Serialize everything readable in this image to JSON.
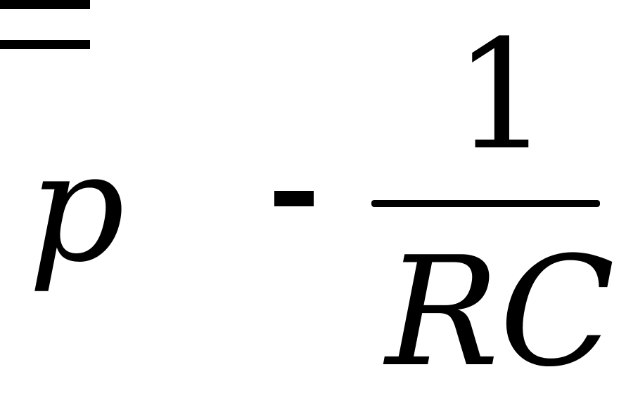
{
  "formula": {
    "lhs": "p",
    "equals": "=",
    "sign": "-",
    "numerator": "1",
    "denominator": "RC"
  }
}
